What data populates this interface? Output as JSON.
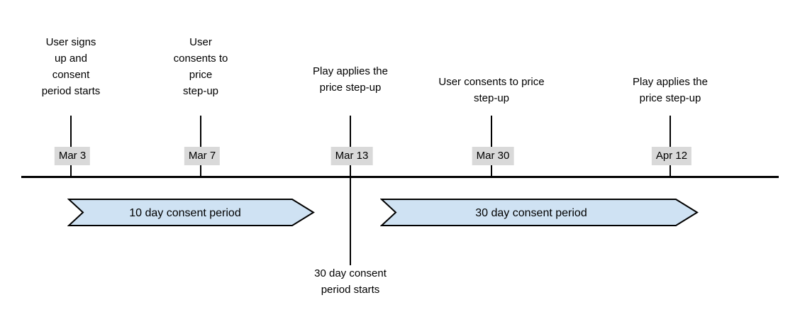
{
  "timeline": {
    "events": [
      {
        "label": "User signs\nup and\nconsent\nperiod starts",
        "date": "Mar 3"
      },
      {
        "label": "User\nconsents to\nprice\nstep-up",
        "date": "Mar 7"
      },
      {
        "label": "Play applies the\nprice step-up",
        "date": "Mar 13",
        "note_below": "30 day consent\nperiod starts"
      },
      {
        "label": "User consents to price\nstep-up",
        "date": "Mar 30"
      },
      {
        "label": "Play applies the\nprice step-up",
        "date": "Apr 12"
      }
    ],
    "banners": [
      {
        "label": "10 day consent period"
      },
      {
        "label": "30 day consent period"
      }
    ],
    "colors": {
      "banner_fill": "#cfe2f3",
      "banner_border": "#000000",
      "date_badge_bg": "#d9d9d9",
      "line": "#000000",
      "text": "#000000"
    }
  }
}
